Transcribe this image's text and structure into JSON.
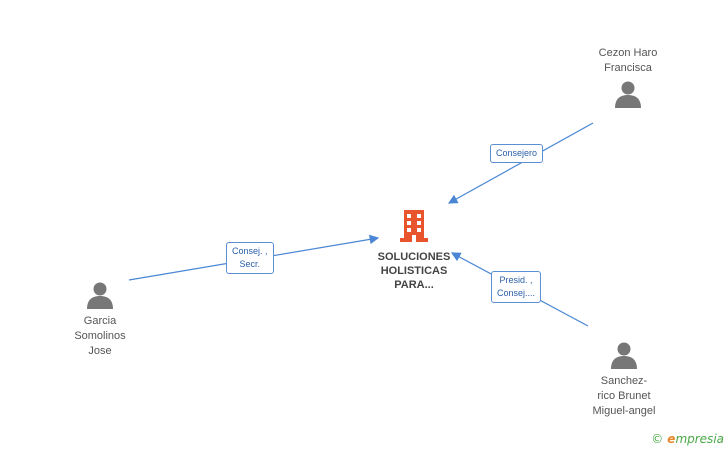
{
  "company": {
    "name": "SOLUCIONES\nHOLISTICAS\nPARA...",
    "icon": "building-icon",
    "color": "#e8542b"
  },
  "people": [
    {
      "id": "cezon",
      "name": "Cezon Haro\nFrancisca",
      "icon": "person-icon"
    },
    {
      "id": "garcia",
      "name": "Garcia\nSomolinos\nJose",
      "icon": "person-icon"
    },
    {
      "id": "sanchez",
      "name": "Sanchez-\nrico Brunet\nMiguel-angel",
      "icon": "person-icon"
    }
  ],
  "relations": [
    {
      "from": "cezon",
      "label": "Consejero"
    },
    {
      "from": "garcia",
      "label": "Consej. ,\nSecr."
    },
    {
      "from": "sanchez",
      "label": "Presid. ,\nConsej...."
    }
  ],
  "colors": {
    "edge": "#4a86d4",
    "label_border": "#5b8fd4",
    "person": "#777777"
  },
  "footer": {
    "copyright": "©",
    "brand_initial": "e",
    "brand_rest": "mpresia"
  }
}
